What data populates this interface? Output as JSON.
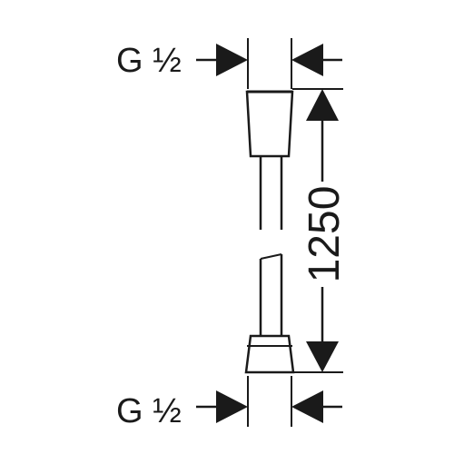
{
  "drawing": {
    "top_connection_label": "G ½",
    "bottom_connection_label": "G ½",
    "length_dimension": "1250"
  },
  "colors": {
    "line": "#1a1a1a",
    "background": "#ffffff"
  }
}
